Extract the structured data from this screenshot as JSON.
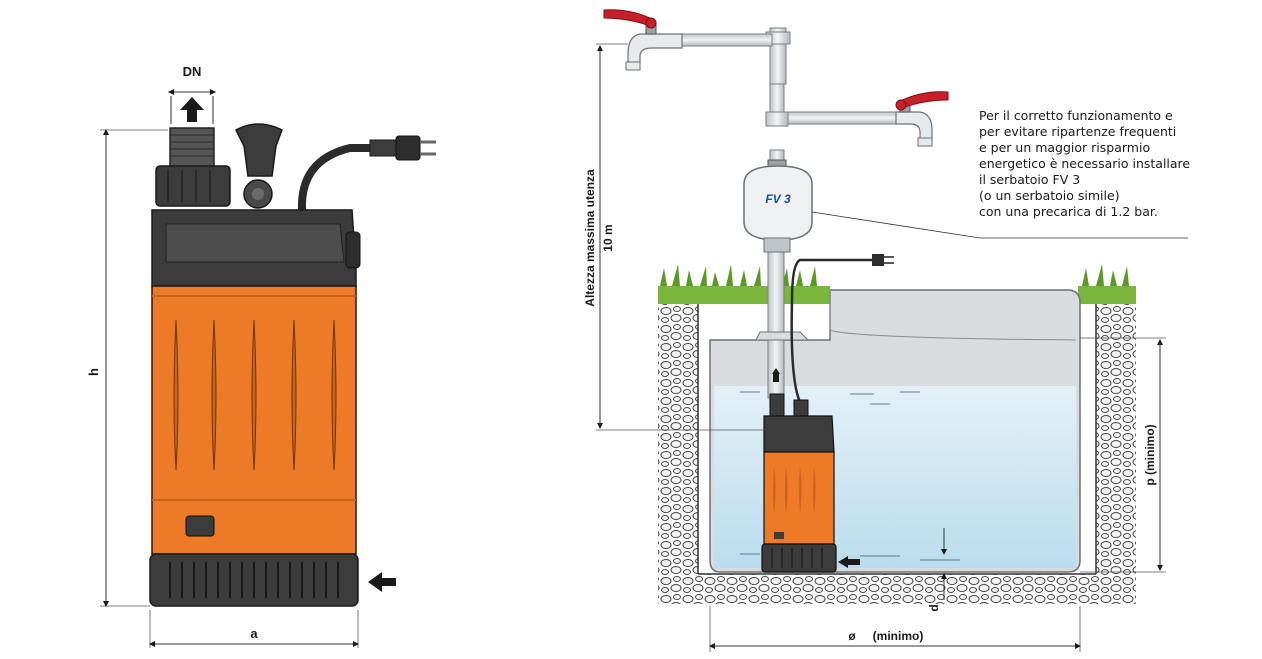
{
  "pump_view": {
    "dim_outlet": "DN",
    "dim_height": "h",
    "dim_width": "a"
  },
  "install_view": {
    "vertical_label": "Altezza massima utenza",
    "vertical_value": "10 m",
    "tank_badge": "FV 3",
    "dim_depth": "p (minimo)",
    "dim_gap": "d",
    "dim_diameter_symbol": "ø",
    "dim_diameter_text": "(minimo)",
    "note_lines": [
      "Per il corretto funzionamento e",
      "per evitare ripartenze frequenti",
      "e per un maggior risparmio",
      "energetico è necessario installare",
      "il serbatoio FV 3",
      "(o un serbatoio simile)",
      "con una precarica di 1.2 bar."
    ]
  },
  "colors": {
    "pump_orange": "#ec7a26",
    "pump_dark": "#3c3c3c",
    "water": "#cfe6f3",
    "grass": "#7bb63c",
    "valve_red": "#c8202a",
    "tank_grey": "#d9dcdf"
  }
}
